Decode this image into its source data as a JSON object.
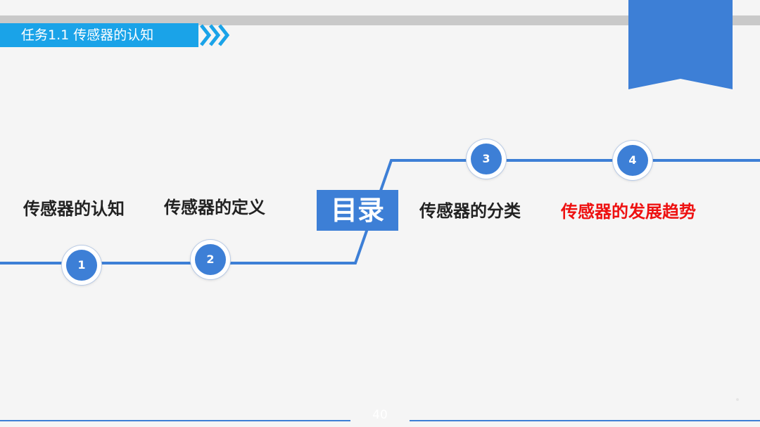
{
  "header": {
    "title": "任务1.1  传感器的认知"
  },
  "toc": {
    "center_label": "目录",
    "items": [
      {
        "number": "1",
        "label": "传感器的认知"
      },
      {
        "number": "2",
        "label": "传感器的定义"
      },
      {
        "number": "3",
        "label": "传感器的分类"
      },
      {
        "number": "4",
        "label": "传感器的发展趋势"
      }
    ]
  },
  "footer": {
    "page_number": "40"
  },
  "colors": {
    "accent_blue": "#3d7fd6",
    "header_tab": "#1aa3e8",
    "highlight_red": "#ee1111",
    "gray_strip": "#c9c9c9"
  },
  "icons": {
    "header_chevrons": "triple-chevron-right-icon",
    "bookmark": "bookmark-ribbon"
  }
}
